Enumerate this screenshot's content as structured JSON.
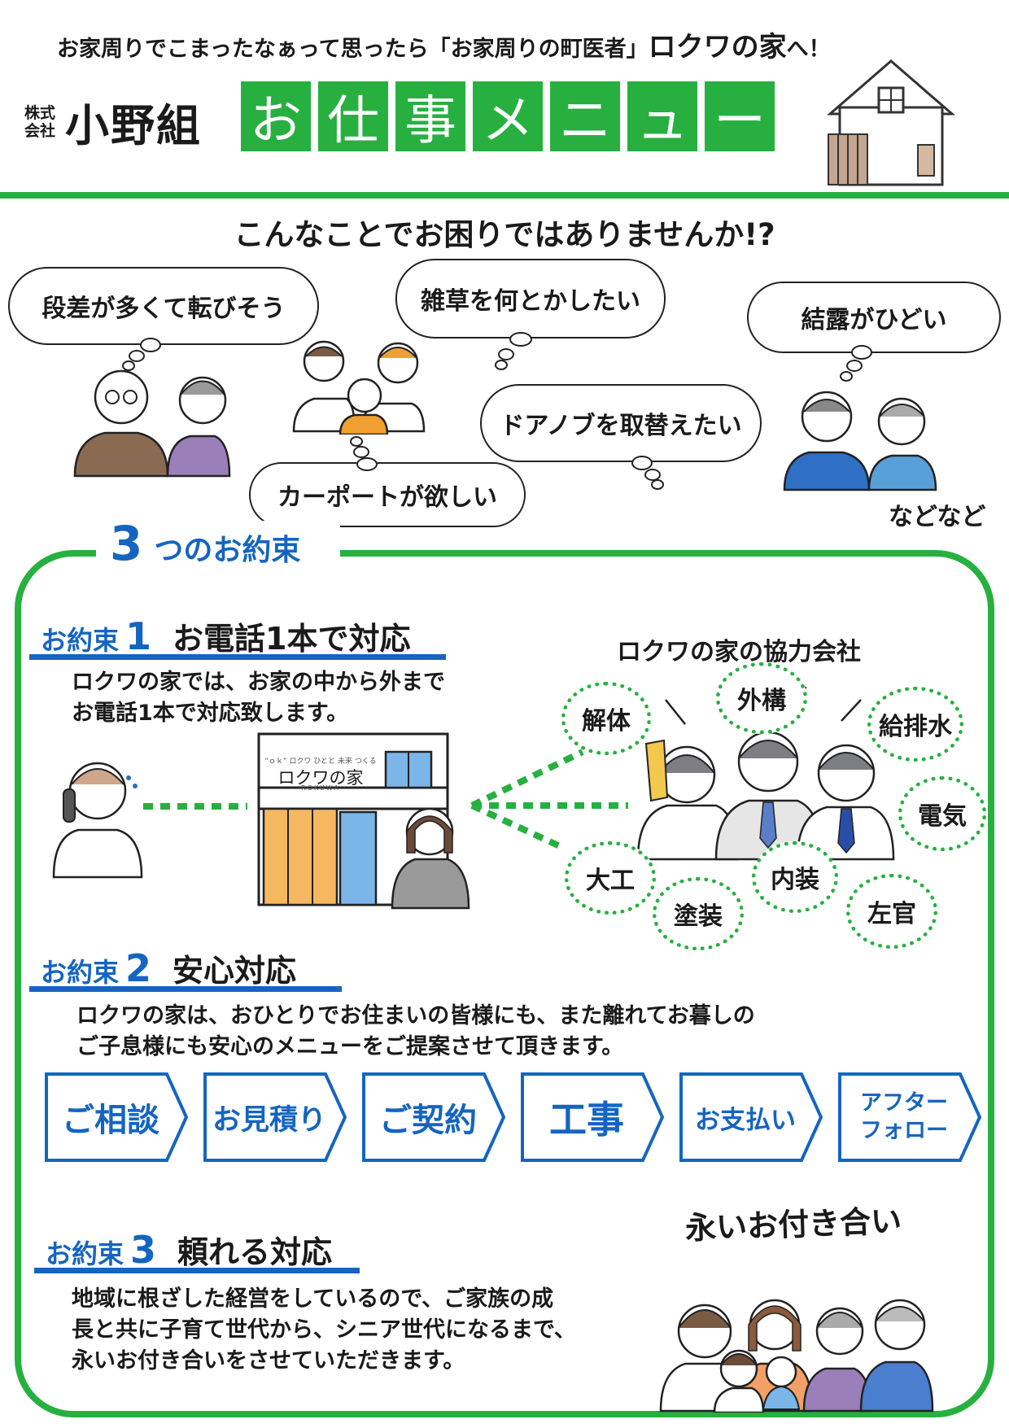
{
  "header": {
    "tagline_pre": "お家周りでこまったなぁって思ったら「お家周りの町医者」",
    "tagline_brand": "ロクワの家",
    "tagline_post": "へ！",
    "company_kind_1": "株式",
    "company_kind_2": "会社",
    "company_name": "小野組",
    "menu_chars": [
      "お",
      "仕",
      "事",
      "メ",
      "ニ",
      "ュ",
      "ー"
    ]
  },
  "worries": {
    "question": "こんなことでお困りではありませんか!?",
    "items": [
      "段差が多くて転びそう",
      "雑草を何とかしたい",
      "結露がひどい",
      "ドアノブを取替えたい",
      "カーポートが欲しい"
    ],
    "etc": "などなど"
  },
  "promises": {
    "count": "3",
    "heading": "つのお約束",
    "label": "お約束",
    "p1": {
      "num": "1",
      "title": "お電話1本で対応",
      "desc_lines": [
        "ロクワの家では、お家の中から外まで",
        "お電話1本で対応致します。"
      ],
      "sign_small": "“ｏｋ” ロクワ ひとと 未来 つくる",
      "sign_main": "ロクワの家",
      "sign_roman": "ROKUWA",
      "partner_title": "ロクワの家の協力会社",
      "trades": [
        "解体",
        "外構",
        "給排水",
        "電気",
        "大工",
        "内装",
        "塗装",
        "左官"
      ]
    },
    "p2": {
      "num": "2",
      "title": "安心対応",
      "desc_lines": [
        "ロクワの家は、おひとりでお住まいの皆様にも、また離れてお暮しの",
        "ご子息様にも安心のメニューをご提案させて頂きます。"
      ],
      "steps": [
        "ご相談",
        "お見積り",
        "ご契約",
        "工事",
        "お支払い",
        "アフターフォロー"
      ]
    },
    "p3": {
      "num": "3",
      "title": "頼れる対応",
      "desc_lines": [
        "地域に根ざした経営をしているので、ご家族の成",
        "長と共に子育て世代から、シニア世代になるまで、",
        "永いお付き合いをさせていただきます。"
      ],
      "long_title": "永いお付き合い"
    }
  },
  "colors": {
    "green": "#27b040",
    "blue": "#1565c0"
  }
}
